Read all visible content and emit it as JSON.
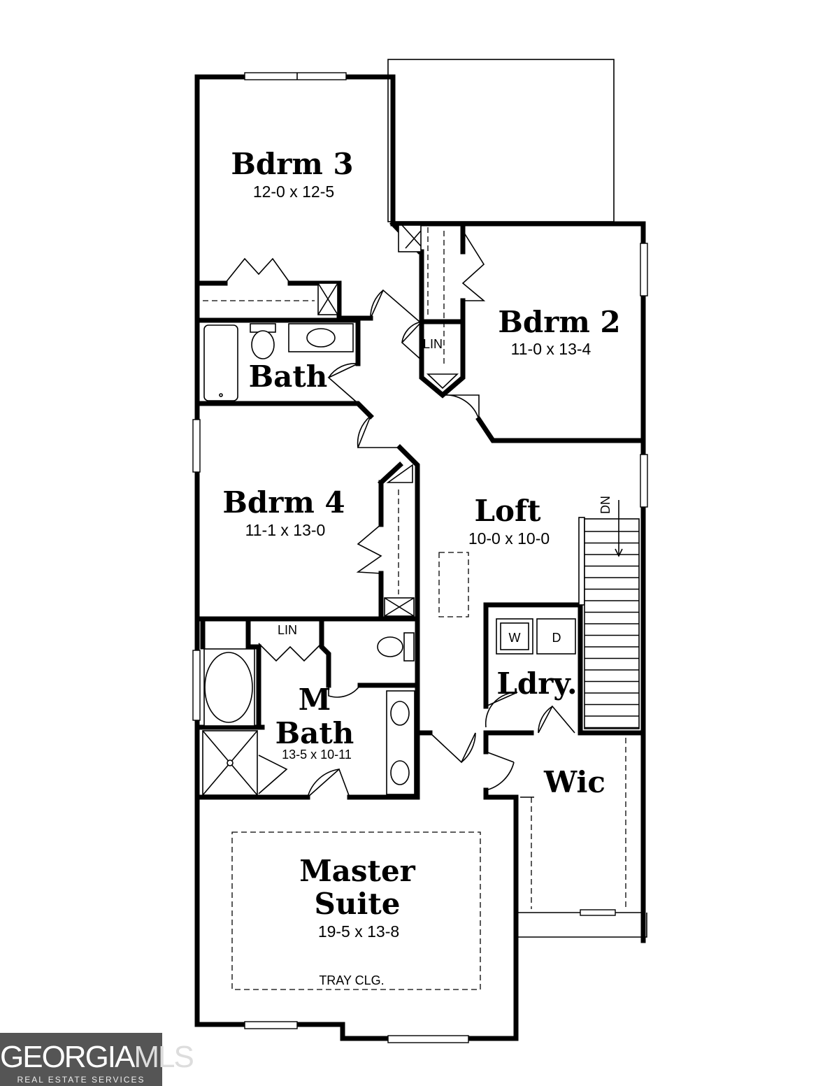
{
  "rooms": {
    "bdrm3": {
      "name": "Bdrm 3",
      "dims": "12-0 x 12-5"
    },
    "bdrm2": {
      "name": "Bdrm 2",
      "dims": "11-0 x 13-4"
    },
    "bath": {
      "name": "Bath"
    },
    "bdrm4": {
      "name": "Bdrm 4",
      "dims": "11-1 x 13-0"
    },
    "loft": {
      "name": "Loft",
      "dims": "10-0 x 10-0"
    },
    "ldry": {
      "name": "Ldry."
    },
    "mbath": {
      "name_line1": "M",
      "name_line2": "Bath",
      "dims": "13-5 x 10-11"
    },
    "wic": {
      "name": "Wic"
    },
    "master": {
      "name_line1": "Master",
      "name_line2": "Suite",
      "dims": "19-5 x 13-8",
      "note": "TRAY CLG."
    }
  },
  "labels": {
    "lin_upper": "LIN",
    "lin_lower": "LIN",
    "stairs": "DN",
    "washer": "W",
    "dryer": "D"
  },
  "logo": {
    "text_main": "GEORGIA",
    "text_accent": "MLS",
    "subtitle": "REAL ESTATE SERVICES"
  }
}
